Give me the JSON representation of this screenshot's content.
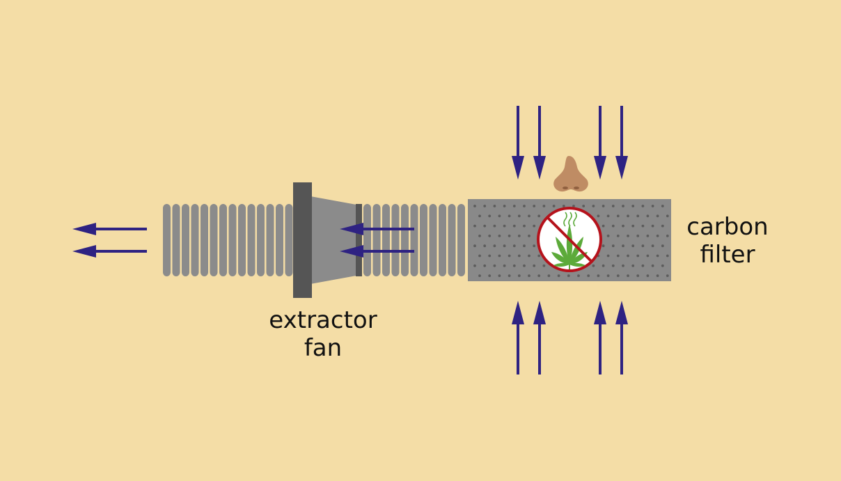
{
  "colors": {
    "background": "#F4DDA6",
    "arrow": "#2E2282",
    "duct": "#8B8B8B",
    "fan_dark": "#555555",
    "filter": "#898989",
    "filter_dots": "#5C5C5C",
    "prohibition_ring": "#B5121B",
    "leaf": "#5CAA3A",
    "nose": "#BF8C64",
    "smell_wisps": "#5CAA3A"
  },
  "labels": {
    "fan_line1": "extractor",
    "fan_line2": "fan",
    "filter_line1": "carbon",
    "filter_line2": "filter"
  },
  "icons": {
    "nose": "nose-icon",
    "no_smell": "no-cannabis-smell-icon",
    "arrow": "airflow-arrow-icon"
  }
}
